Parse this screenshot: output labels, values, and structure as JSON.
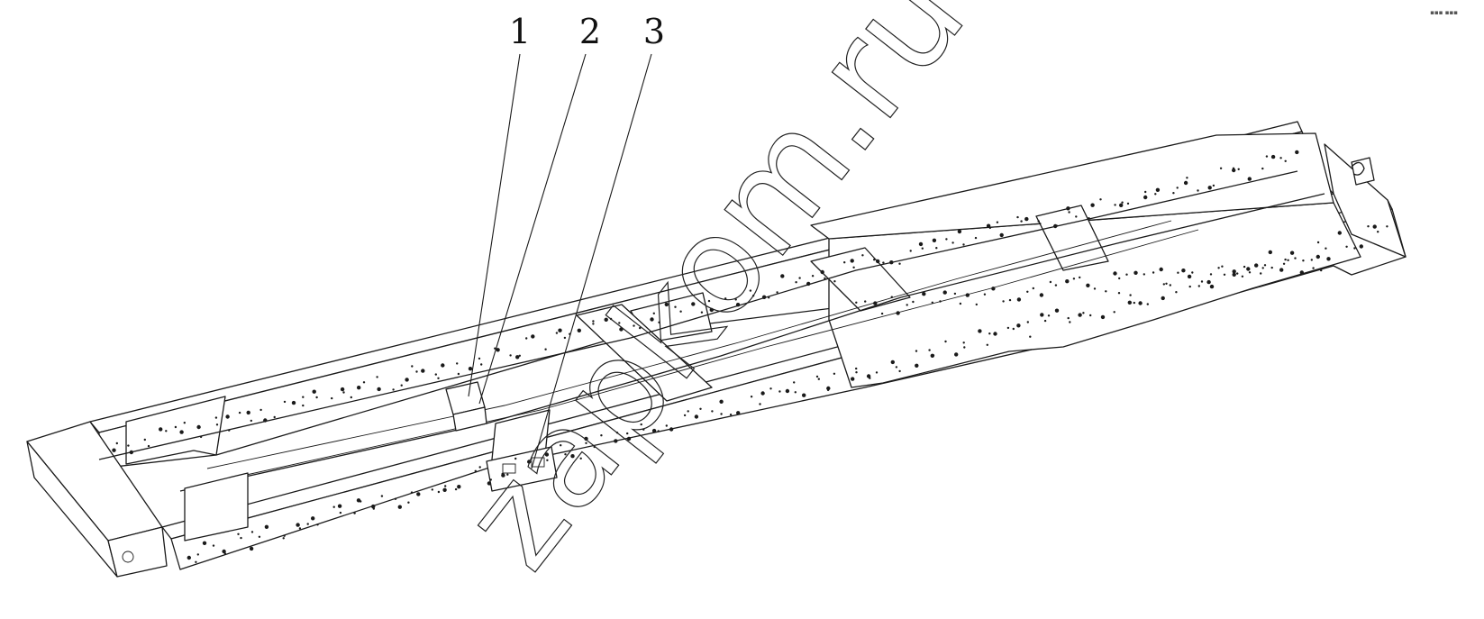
{
  "figure": {
    "callouts": [
      {
        "number": "1"
      },
      {
        "number": "2"
      },
      {
        "number": "3"
      }
    ],
    "corner_mark": "▪▪▪ ▪▪▪"
  },
  "watermark": {
    "text": "zapkom.ru"
  },
  "colors": {
    "line": "#1a1a1a",
    "background": "#ffffff"
  }
}
